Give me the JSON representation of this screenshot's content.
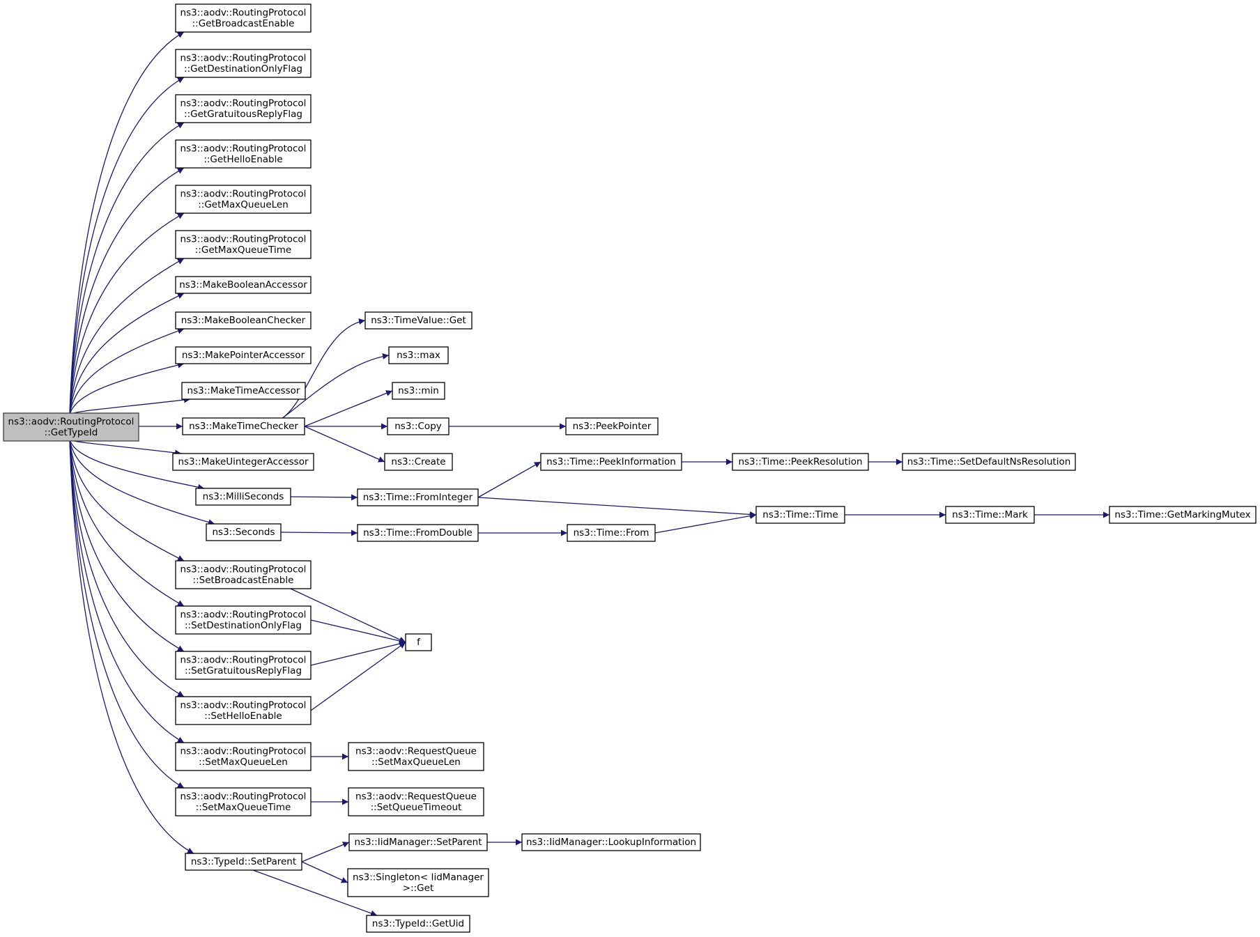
{
  "colors": {
    "edge": "#191970",
    "root_fill": "#bfbfbf",
    "node_fill": "#ffffff",
    "node_stroke": "#000000"
  },
  "nodes": [
    {
      "id": "root",
      "lines": [
        "ns3::aodv::RoutingProtocol",
        "::GetTypeId"
      ],
      "root": true
    },
    {
      "id": "getBroadcastEnable",
      "lines": [
        "ns3::aodv::RoutingProtocol",
        "::GetBroadcastEnable"
      ]
    },
    {
      "id": "getDestOnly",
      "lines": [
        "ns3::aodv::RoutingProtocol",
        "::GetDestinationOnlyFlag"
      ]
    },
    {
      "id": "getGratuitous",
      "lines": [
        "ns3::aodv::RoutingProtocol",
        "::GetGratuitousReplyFlag"
      ]
    },
    {
      "id": "getHello",
      "lines": [
        "ns3::aodv::RoutingProtocol",
        "::GetHelloEnable"
      ]
    },
    {
      "id": "getMaxQueueLen",
      "lines": [
        "ns3::aodv::RoutingProtocol",
        "::GetMaxQueueLen"
      ]
    },
    {
      "id": "getMaxQueueTime",
      "lines": [
        "ns3::aodv::RoutingProtocol",
        "::GetMaxQueueTime"
      ]
    },
    {
      "id": "makeBoolAcc",
      "lines": [
        "ns3::MakeBooleanAccessor"
      ]
    },
    {
      "id": "makeBoolChk",
      "lines": [
        "ns3::MakeBooleanChecker"
      ]
    },
    {
      "id": "makePtrAcc",
      "lines": [
        "ns3::MakePointerAccessor"
      ]
    },
    {
      "id": "makeTimeAcc",
      "lines": [
        "ns3::MakeTimeAccessor"
      ]
    },
    {
      "id": "makeTimeChk",
      "lines": [
        "ns3::MakeTimeChecker"
      ]
    },
    {
      "id": "makeUintAcc",
      "lines": [
        "ns3::MakeUintegerAccessor"
      ]
    },
    {
      "id": "milliSeconds",
      "lines": [
        "ns3::MilliSeconds"
      ]
    },
    {
      "id": "seconds",
      "lines": [
        "ns3::Seconds"
      ]
    },
    {
      "id": "setBroadcast",
      "lines": [
        "ns3::aodv::RoutingProtocol",
        "::SetBroadcastEnable"
      ]
    },
    {
      "id": "setDestOnly",
      "lines": [
        "ns3::aodv::RoutingProtocol",
        "::SetDestinationOnlyFlag"
      ]
    },
    {
      "id": "setGratuitous",
      "lines": [
        "ns3::aodv::RoutingProtocol",
        "::SetGratuitousReplyFlag"
      ]
    },
    {
      "id": "setHello",
      "lines": [
        "ns3::aodv::RoutingProtocol",
        "::SetHelloEnable"
      ]
    },
    {
      "id": "setMaxQueueLen",
      "lines": [
        "ns3::aodv::RoutingProtocol",
        "::SetMaxQueueLen"
      ]
    },
    {
      "id": "setMaxQueueTime",
      "lines": [
        "ns3::aodv::RoutingProtocol",
        "::SetMaxQueueTime"
      ]
    },
    {
      "id": "typeIdSetParent",
      "lines": [
        "ns3::TypeId::SetParent"
      ]
    },
    {
      "id": "timeValueGet",
      "lines": [
        "ns3::TimeValue::Get"
      ]
    },
    {
      "id": "max",
      "lines": [
        "ns3::max"
      ]
    },
    {
      "id": "min",
      "lines": [
        "ns3::min"
      ]
    },
    {
      "id": "copy",
      "lines": [
        "ns3::Copy"
      ]
    },
    {
      "id": "create",
      "lines": [
        "ns3::Create"
      ]
    },
    {
      "id": "fromInteger",
      "lines": [
        "ns3::Time::FromInteger"
      ]
    },
    {
      "id": "fromDouble",
      "lines": [
        "ns3::Time::FromDouble"
      ]
    },
    {
      "id": "f",
      "lines": [
        "f"
      ]
    },
    {
      "id": "rqSetMaxQueueLen",
      "lines": [
        "ns3::aodv::RequestQueue",
        "::SetMaxQueueLen"
      ]
    },
    {
      "id": "rqSetQueueTimeout",
      "lines": [
        "ns3::aodv::RequestQueue",
        "::SetQueueTimeout"
      ]
    },
    {
      "id": "iidSetParent",
      "lines": [
        "ns3::IidManager::SetParent"
      ]
    },
    {
      "id": "singletonGet",
      "lines": [
        "ns3::Singleton< IidManager",
        ">::Get"
      ]
    },
    {
      "id": "getUid",
      "lines": [
        "ns3::TypeId::GetUid"
      ]
    },
    {
      "id": "peekPointer",
      "lines": [
        "ns3::PeekPointer"
      ]
    },
    {
      "id": "peekInfo",
      "lines": [
        "ns3::Time::PeekInformation"
      ]
    },
    {
      "id": "timeFrom",
      "lines": [
        "ns3::Time::From"
      ]
    },
    {
      "id": "lookupInfo",
      "lines": [
        "ns3::IidManager::LookupInformation"
      ]
    },
    {
      "id": "peekResolution",
      "lines": [
        "ns3::Time::PeekResolution"
      ]
    },
    {
      "id": "timeTime",
      "lines": [
        "ns3::Time::Time"
      ]
    },
    {
      "id": "setDefaultNsRes",
      "lines": [
        "ns3::Time::SetDefaultNsResolution"
      ]
    },
    {
      "id": "timeMark",
      "lines": [
        "ns3::Time::Mark"
      ]
    },
    {
      "id": "getMarkingMutex",
      "lines": [
        "ns3::Time::GetMarkingMutex"
      ]
    }
  ],
  "edges": [
    [
      "root",
      "getBroadcastEnable"
    ],
    [
      "root",
      "getDestOnly"
    ],
    [
      "root",
      "getGratuitous"
    ],
    [
      "root",
      "getHello"
    ],
    [
      "root",
      "getMaxQueueLen"
    ],
    [
      "root",
      "getMaxQueueTime"
    ],
    [
      "root",
      "makeBoolAcc"
    ],
    [
      "root",
      "makeBoolChk"
    ],
    [
      "root",
      "makePtrAcc"
    ],
    [
      "root",
      "makeTimeAcc"
    ],
    [
      "root",
      "makeTimeChk"
    ],
    [
      "root",
      "makeUintAcc"
    ],
    [
      "root",
      "milliSeconds"
    ],
    [
      "root",
      "seconds"
    ],
    [
      "root",
      "setBroadcast"
    ],
    [
      "root",
      "setDestOnly"
    ],
    [
      "root",
      "setGratuitous"
    ],
    [
      "root",
      "setHello"
    ],
    [
      "root",
      "setMaxQueueLen"
    ],
    [
      "root",
      "setMaxQueueTime"
    ],
    [
      "root",
      "typeIdSetParent"
    ],
    [
      "makeTimeChk",
      "timeValueGet"
    ],
    [
      "makeTimeChk",
      "max"
    ],
    [
      "makeTimeChk",
      "min"
    ],
    [
      "makeTimeChk",
      "copy"
    ],
    [
      "makeTimeChk",
      "create"
    ],
    [
      "copy",
      "peekPointer"
    ],
    [
      "milliSeconds",
      "fromInteger"
    ],
    [
      "fromInteger",
      "peekInfo"
    ],
    [
      "fromInteger",
      "timeTime"
    ],
    [
      "peekInfo",
      "peekResolution"
    ],
    [
      "peekResolution",
      "setDefaultNsRes"
    ],
    [
      "seconds",
      "fromDouble"
    ],
    [
      "fromDouble",
      "timeFrom"
    ],
    [
      "timeFrom",
      "timeTime"
    ],
    [
      "timeTime",
      "timeMark"
    ],
    [
      "timeMark",
      "getMarkingMutex"
    ],
    [
      "setBroadcast",
      "f"
    ],
    [
      "setDestOnly",
      "f"
    ],
    [
      "setGratuitous",
      "f"
    ],
    [
      "setHello",
      "f"
    ],
    [
      "setMaxQueueLen",
      "rqSetMaxQueueLen"
    ],
    [
      "setMaxQueueTime",
      "rqSetQueueTimeout"
    ],
    [
      "typeIdSetParent",
      "iidSetParent"
    ],
    [
      "typeIdSetParent",
      "singletonGet"
    ],
    [
      "typeIdSetParent",
      "getUid"
    ],
    [
      "iidSetParent",
      "lookupInfo"
    ]
  ]
}
